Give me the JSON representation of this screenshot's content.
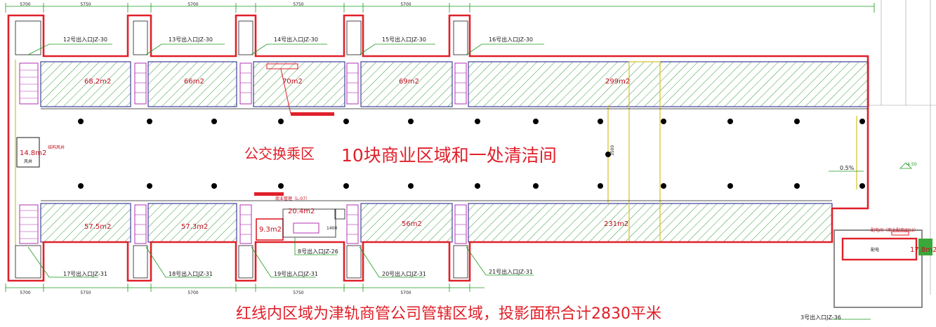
{
  "title_main": "公交换乘区",
  "title_sub": "10块商业区域和一处清洁间",
  "footer_note": "红线内区域为津轨商管公司管辖区域，投影面积合计2830平米",
  "colors": {
    "boundary": "#e0202a",
    "hatch": "#3a9a3a",
    "structure": "#1a1a8a",
    "dimension": "#1a9a1a",
    "stair": "#b030b0",
    "guide": "#d4c020",
    "column": "#000000"
  },
  "areas_top": [
    "68.2m2",
    "66m2",
    "70m2",
    "69m2",
    "299m2"
  ],
  "areas_bottom": [
    "57.5m2",
    "57.3m2",
    "9.3m2",
    "20.4m2",
    "56m2",
    "231m2"
  ],
  "area_left": "14.8m2",
  "area_right": "17.8m2",
  "entrances_top": [
    "12号出入口JZ-30",
    "13号出入口JZ-30",
    "14号出入口JZ-30",
    "15号出入口JZ-30",
    "16号出入口JZ-30"
  ],
  "entrances_bottom": [
    "17号出入口JZ-31",
    "18号出入口JZ-31",
    "19号出入口JZ-31",
    "20号出入口JZ-31",
    "21号出入口JZ-31"
  ],
  "entrance_special": "8号出入口JZ-26",
  "entrance_right": "3号出入口JZ-36",
  "slope_label": "0.5%",
  "elevation_label": "-4.50",
  "left_tag": "结构风井",
  "left_box_label": "风井",
  "right_tag": "配电间（商业配电间12）",
  "center_tag": "商业管理（L-07）",
  "right_room_label": "配电",
  "dims_top": [
    "5700",
    "5750",
    "5700",
    "5750",
    "5700"
  ],
  "dims_bottom": [
    "5700",
    "5750",
    "5700",
    "5750",
    "5700"
  ],
  "dim_vertical": "3500",
  "dim_small": "1400"
}
